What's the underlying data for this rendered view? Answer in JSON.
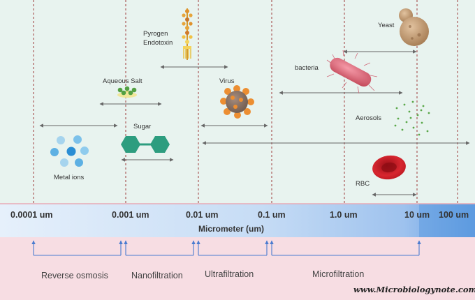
{
  "colors": {
    "top_bg": "#e8f3ef",
    "bottom_bg": "#f7dde3",
    "scale_light": "#dcebf8",
    "scale_dark": "#5d9ae0",
    "divider": "#9e3b3b",
    "arrow": "#666666",
    "bracket": "#4a7bd0"
  },
  "organisms": [
    {
      "label": "Pyrogen\nEndotoxin",
      "icon": "endotoxin-icon"
    },
    {
      "label": "Yeast",
      "icon": "yeast-icon"
    },
    {
      "label": "Aqueous Salt",
      "icon": "salt-icon"
    },
    {
      "label": "Virus",
      "icon": "virus-icon"
    },
    {
      "label": "bacteria",
      "icon": "bacteria-icon"
    },
    {
      "label": "Sugar",
      "icon": "sugar-icon"
    },
    {
      "label": "Aerosols",
      "icon": "aerosol-icon"
    },
    {
      "label": "Metal ions",
      "icon": "ion-icon"
    },
    {
      "label": "RBC",
      "icon": "rbc-icon"
    }
  ],
  "scale": {
    "ticks": [
      "0.0001 um",
      "0.001 um",
      "0.01 um",
      "0.1 um",
      "1.0 um",
      "10 um",
      "100 um"
    ],
    "unit_label": "Micrometer (um)"
  },
  "processes": [
    "Reverse osmosis",
    "Nanofiltration",
    "Ultrafiltration",
    "Microfiltration"
  ],
  "watermark": "www.Microbiologynote.com"
}
